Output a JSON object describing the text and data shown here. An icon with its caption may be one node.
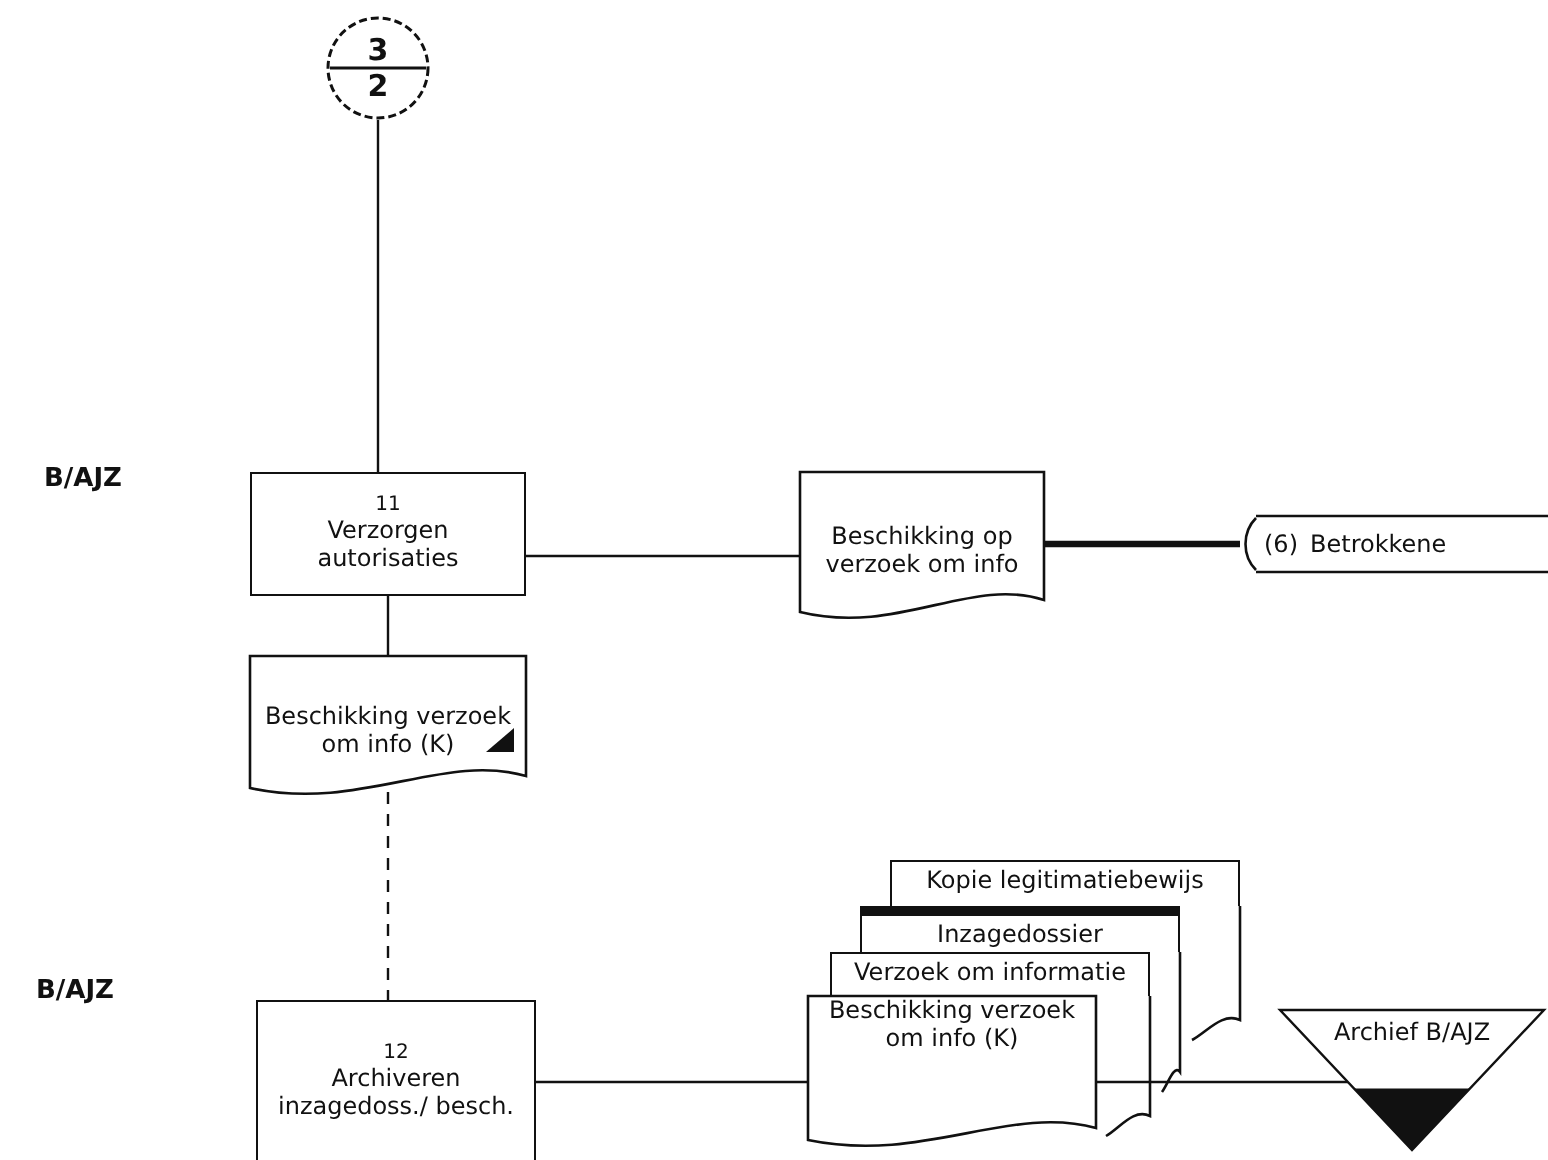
{
  "diagram": {
    "nodes": [
      {
        "text": [
          "3",
          "2"
        ]
      },
      {
        "text": [
          "11",
          "Verzorgen autorisaties"
        ]
      },
      {
        "text": [
          "Beschikking verzoek om info (K)"
        ]
      },
      {
        "text": [
          "Beschikking op verzoek om info"
        ]
      },
      {
        "text": [
          "(6)",
          "Betrokkene"
        ]
      },
      {
        "text": [
          "12",
          "Archiveren inzagedoss./ besch."
        ]
      },
      {
        "text": [
          "Kopie legitimatiebewijs"
        ]
      },
      {
        "text": [
          "Inzagedossier"
        ]
      },
      {
        "text": [
          "Verzoek om informatie"
        ]
      },
      {
        "text": [
          "Beschikking verzoek om info (K)"
        ]
      },
      {
        "text": [
          "Archief B/AJZ"
        ]
      }
    ],
    "edges": [
      {
        "from": 0,
        "to": 1,
        "arrow": "none"
      },
      {
        "from": 1,
        "to": 2,
        "arrow": "none"
      },
      {
        "from": 1,
        "to": 3,
        "arrow": "none"
      },
      {
        "from": 3,
        "to": 4,
        "arrow": "none",
        "style": "thick"
      },
      {
        "from": 2,
        "to": 5,
        "arrow": "none",
        "style": "dashed"
      },
      {
        "from": 5,
        "to": 9,
        "arrow": "none"
      },
      {
        "from": 9,
        "to": 10,
        "arrow": "none"
      }
    ],
    "labels": [
      "B/AJZ",
      "B/AJZ"
    ]
  }
}
